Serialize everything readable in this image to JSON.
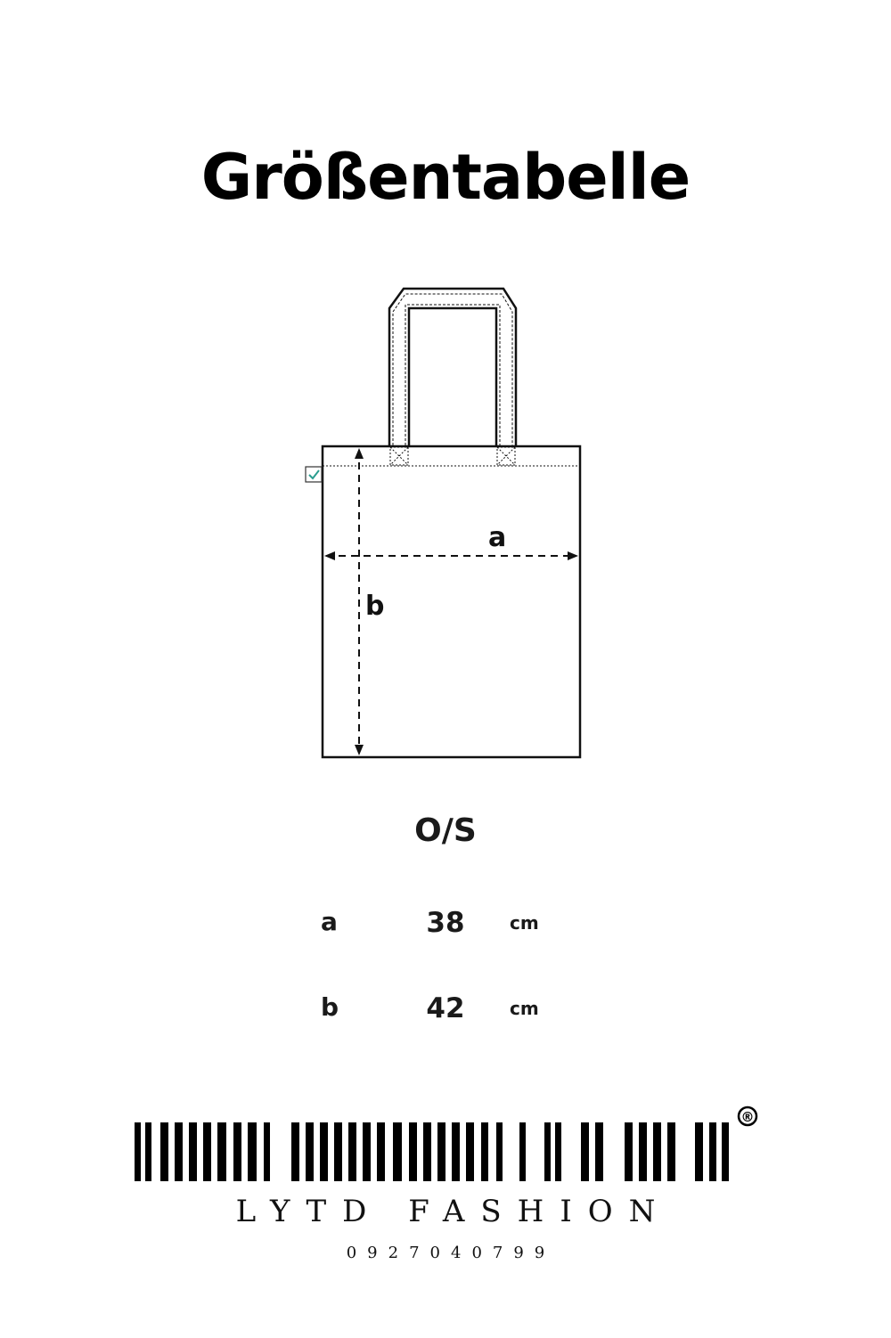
{
  "title": "Größentabelle",
  "diagram": {
    "label_a": "a",
    "label_b": "b"
  },
  "size_table": {
    "size": "O/S",
    "rows": [
      {
        "key": "a",
        "value": "38",
        "unit": "cm"
      },
      {
        "key": "b",
        "value": "42",
        "unit": "cm"
      }
    ]
  },
  "brand": {
    "name": "LYTD FASHION",
    "phone": "0927040799",
    "registered_mark": "®",
    "logo_icon": "barcode-icon"
  }
}
